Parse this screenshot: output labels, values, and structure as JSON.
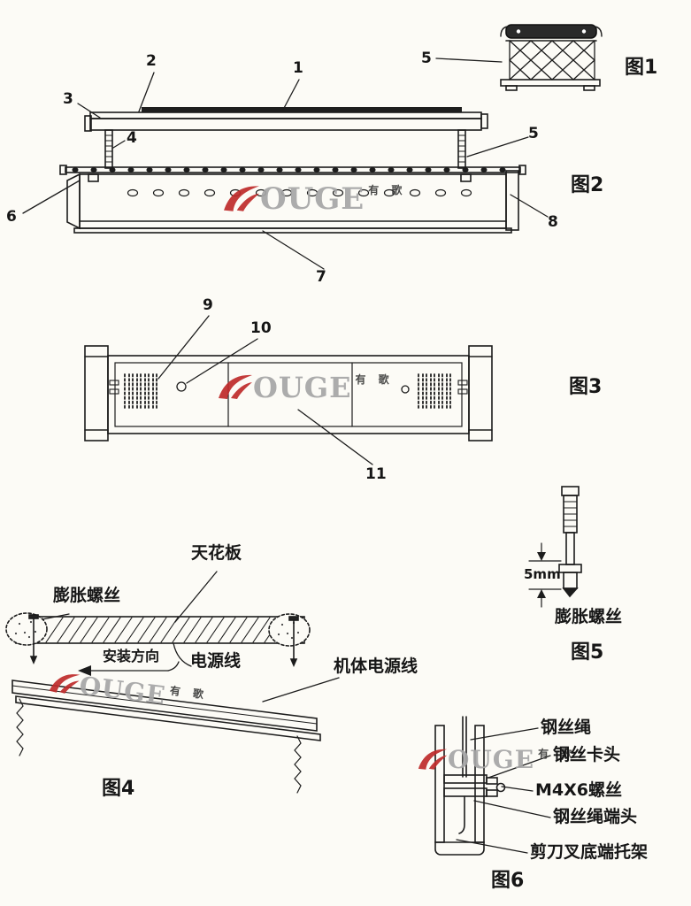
{
  "page": {
    "background": "#fcfbf6",
    "ink": "#1c1c1c"
  },
  "watermark": {
    "brand": "YOUGE",
    "brand_tail": "OUGE",
    "cn": "有 歌",
    "red": "#bf2b2b",
    "gray": "#a6a6a6",
    "icon": "youge-swoosh-icon"
  },
  "fig1": {
    "caption": "图1",
    "callout_5": "5"
  },
  "fig2": {
    "caption": "图2",
    "callout_1": "1",
    "callout_2": "2",
    "callout_3": "3",
    "callout_4": "4",
    "callout_5": "5",
    "callout_6": "6",
    "callout_7": "7",
    "callout_8": "8"
  },
  "fig3": {
    "caption": "图3",
    "callout_9": "9",
    "callout_10": "10",
    "callout_11": "11"
  },
  "fig4": {
    "caption": "图4",
    "label_ceiling": "天花板",
    "label_expansion_screw": "膨胀螺丝",
    "label_install_direction": "安装方向",
    "label_power_cord": "电源线",
    "label_body_power_cord": "机体电源线"
  },
  "fig5": {
    "caption": "图5",
    "dimension": "5mm",
    "label_expansion_screw": "膨胀螺丝"
  },
  "fig6": {
    "caption": "图6",
    "label_wire_rope": "钢丝绳",
    "label_wire_clamp": "钢丝卡头",
    "label_m4x6_screw": "M4X6螺丝",
    "label_wire_rope_end": "钢丝绳端头",
    "label_scissor_bottom_bracket": "剪刀叉底端托架"
  }
}
